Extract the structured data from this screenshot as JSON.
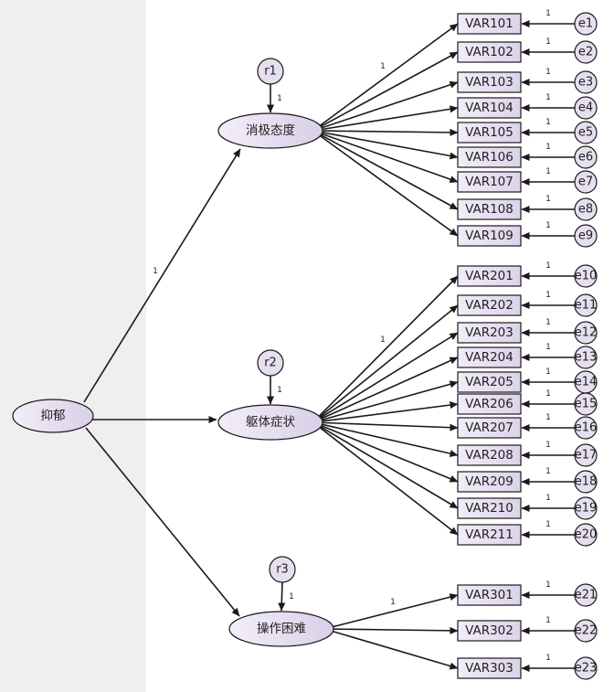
{
  "colors": {
    "node_fill": "#e6dff0",
    "node_grad_light": "#f3eefa",
    "node_grad_dark": "#d9cfe8",
    "stroke": "#1a1a1a",
    "left_panel": "#efefef"
  },
  "path_label": "1",
  "root": {
    "label": "抑郁"
  },
  "factors": [
    {
      "label": "消极态度",
      "residual": "r1"
    },
    {
      "label": "躯体症状",
      "residual": "r2"
    },
    {
      "label": "操作困难",
      "residual": "r3"
    }
  ],
  "indicators": [
    {
      "label": "VAR101",
      "error": "e1",
      "factor": 0
    },
    {
      "label": "VAR102",
      "error": "e2",
      "factor": 0
    },
    {
      "label": "VAR103",
      "error": "e3",
      "factor": 0
    },
    {
      "label": "VAR104",
      "error": "e4",
      "factor": 0
    },
    {
      "label": "VAR105",
      "error": "e5",
      "factor": 0
    },
    {
      "label": "VAR106",
      "error": "e6",
      "factor": 0
    },
    {
      "label": "VAR107",
      "error": "e7",
      "factor": 0
    },
    {
      "label": "VAR108",
      "error": "e8",
      "factor": 0
    },
    {
      "label": "VAR109",
      "error": "e9",
      "factor": 0
    },
    {
      "label": "VAR201",
      "error": "e10",
      "factor": 1
    },
    {
      "label": "VAR202",
      "error": "e11",
      "factor": 1
    },
    {
      "label": "VAR203",
      "error": "e12",
      "factor": 1
    },
    {
      "label": "VAR204",
      "error": "e13",
      "factor": 1
    },
    {
      "label": "VAR205",
      "error": "e14",
      "factor": 1
    },
    {
      "label": "VAR206",
      "error": "e15",
      "factor": 1
    },
    {
      "label": "VAR207",
      "error": "e16",
      "factor": 1
    },
    {
      "label": "VAR208",
      "error": "e17",
      "factor": 1
    },
    {
      "label": "VAR209",
      "error": "e18",
      "factor": 1
    },
    {
      "label": "VAR210",
      "error": "e19",
      "factor": 1
    },
    {
      "label": "VAR211",
      "error": "e20",
      "factor": 1
    },
    {
      "label": "VAR301",
      "error": "e21",
      "factor": 2
    },
    {
      "label": "VAR302",
      "error": "e22",
      "factor": 2
    },
    {
      "label": "VAR303",
      "error": "e23",
      "factor": 2
    }
  ]
}
